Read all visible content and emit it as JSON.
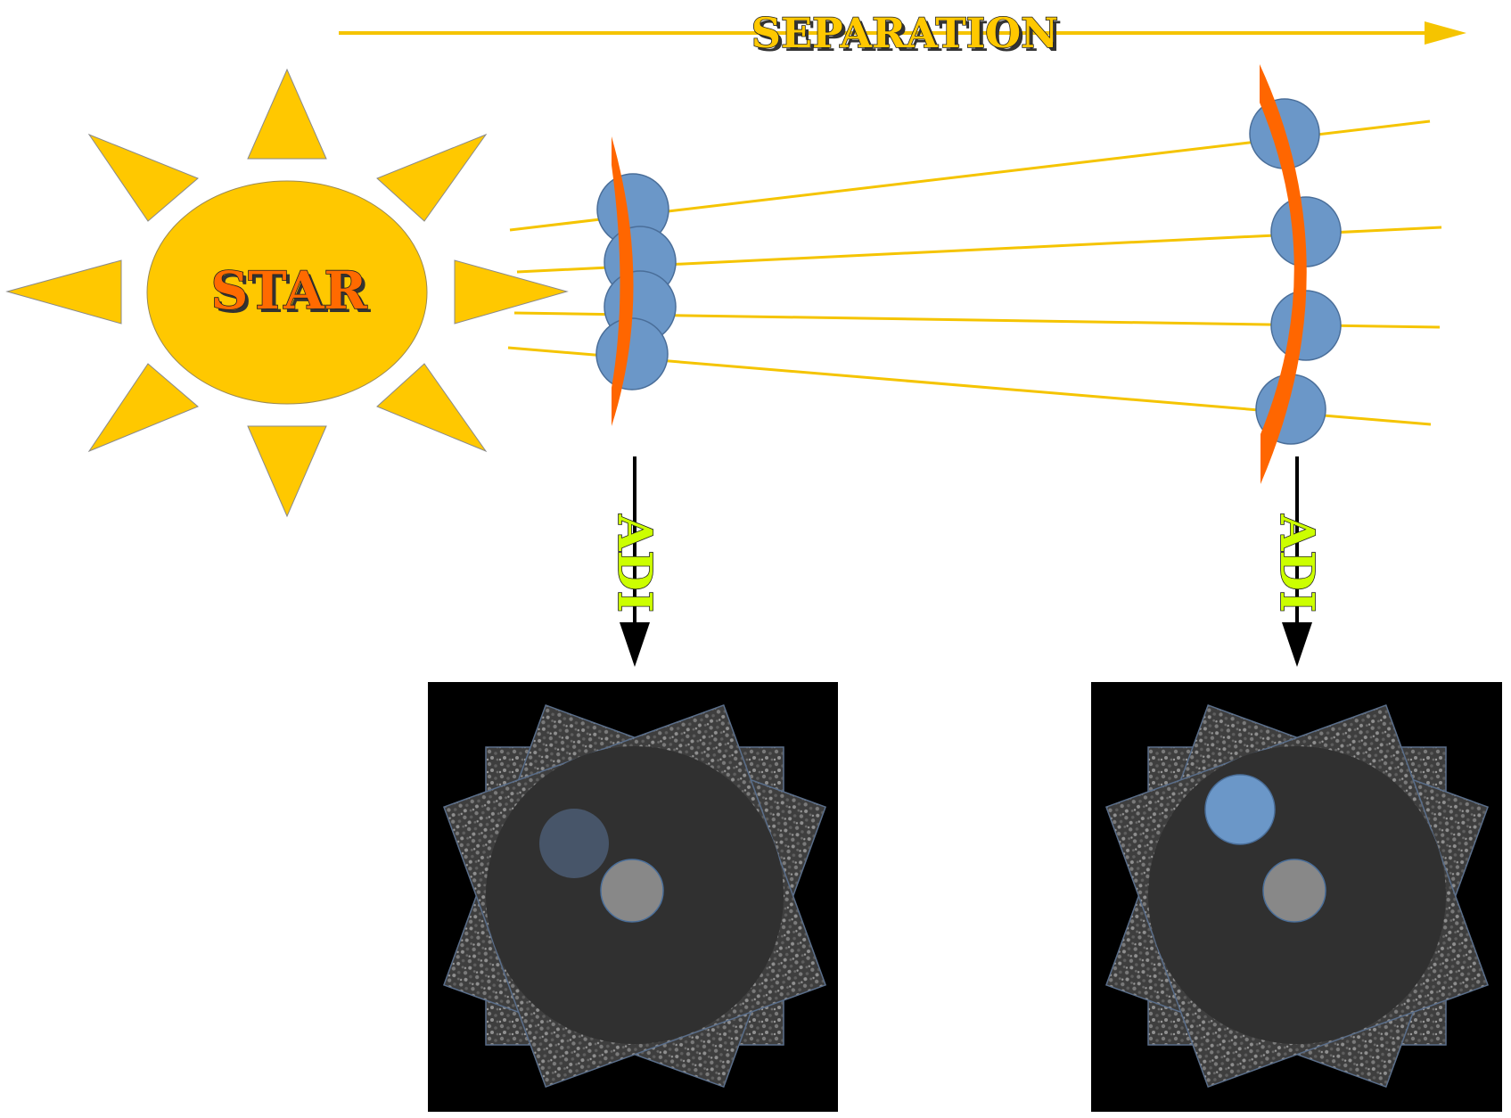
{
  "labels": {
    "separation": "SEPARATION",
    "star": "STAR",
    "adi_near": "ADI",
    "adi_far": "ADI"
  },
  "colors": {
    "sun_yellow": "#FFC800",
    "ray_yellow": "#F5C400",
    "star_text": "#FF6A00",
    "arc_orange": "#FF6600",
    "planet_blue": "#6B97C8",
    "adi_text": "#CCFF00",
    "panel_black": "#000000",
    "disk_dark": "#303030",
    "faded_planet": "#475569",
    "bright_planet": "#6B97C8",
    "gray_spot": "#888888"
  }
}
